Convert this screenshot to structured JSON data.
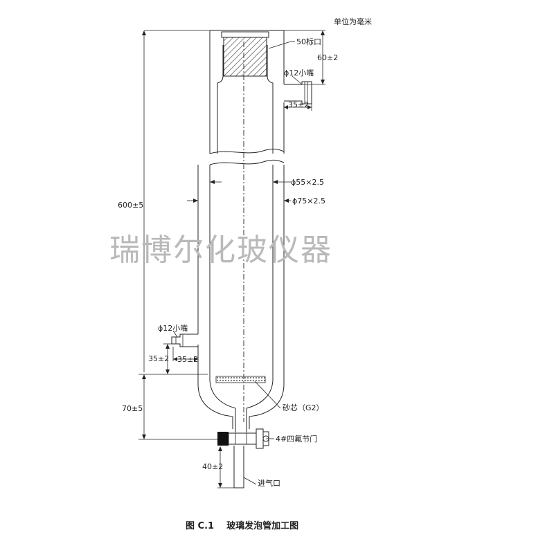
{
  "header": {
    "unit_note": "单位为毫米"
  },
  "labels": {
    "top_mouth": "50标口",
    "top_dim": "60±2",
    "upper_spout": "ϕ12小嘴",
    "upper_spout_dim": "35±2",
    "inner_tube": "ϕ55×2.5",
    "outer_tube": "ϕ75×2.5",
    "total_length": "600±5",
    "lower_spout": "ϕ12小嘴",
    "lower_spout_height": "35±2",
    "lower_spout_dim": "35±2",
    "frit": "砂芯（G2）",
    "bottom_dim": "70±5",
    "stopcock": "4#四氟节门",
    "stem_dim": "40±2",
    "gas_inlet": "进气口"
  },
  "watermark": "瑞博尔化玻仪器",
  "caption": "图 C.1    玻璃发泡管加工图"
}
